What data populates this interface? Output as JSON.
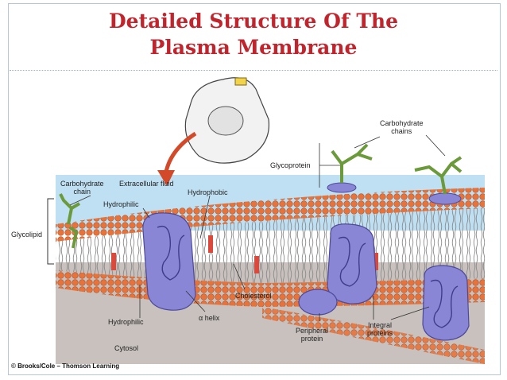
{
  "title": {
    "line1": "Detailed Structure Of The",
    "line2": "Plasma Membrane"
  },
  "labels": {
    "carbohydrate_chains": [
      "Carbohydrate",
      "chains"
    ],
    "glycoprotein": "Glycoprotein",
    "carbohydrate_chain": [
      "Carbohydrate",
      "chain"
    ],
    "extracellular_fluid": "Extracellular fluid",
    "hydrophobic": "Hydrophobic",
    "hydrophilic_top": "Hydrophilic",
    "glycolipid": "Glycolipid",
    "cholesterol": "Cholesterol",
    "hydrophilic_bottom": "Hydrophilic",
    "alpha_helix": "α helix",
    "integral_proteins": [
      "Integral",
      "proteins"
    ],
    "peripheral_protein": [
      "Peripheral",
      "protein"
    ],
    "cytosol": "Cytosol"
  },
  "credit": "© Brooks/Cole – Thomson Learning",
  "colors": {
    "title": "#c0242c",
    "extracellular": "#bfe0f2",
    "cytosol": "#c8c1be",
    "phospholipid_head": "#e8733a",
    "protein": "#8a86d6",
    "carbohydrate": "#6a9a3a",
    "cholesterol": "#d9493c",
    "arrow": "#d24a2a"
  }
}
